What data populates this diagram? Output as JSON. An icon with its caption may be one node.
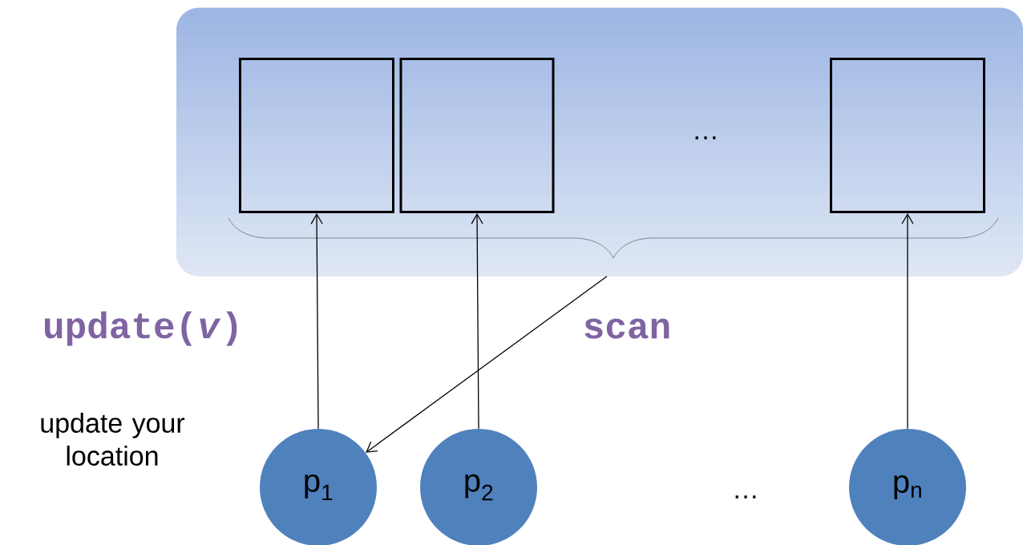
{
  "diagram": {
    "nodes": [
      {
        "text": [],
        "shape": "box"
      },
      {
        "text": [],
        "shape": "box",
        "in": 0
      },
      {
        "text": [],
        "shape": "box",
        "in": 0
      },
      {
        "text": [],
        "shape": "box",
        "in": 0
      },
      {
        "text": [
          "p$_{1}$"
        ]
      },
      {
        "text": [
          "p$_{2}$"
        ]
      },
      {
        "text": [
          "p$_{n}$"
        ]
      }
    ],
    "edges": [
      {
        "from": 4,
        "to": 1,
        "arrow": "to"
      },
      {
        "from": 5,
        "to": 2,
        "arrow": "to"
      },
      {
        "from": 6,
        "to": 3,
        "arrow": "to"
      },
      {
        "from": 0,
        "to": 4,
        "arrow": "to"
      }
    ],
    "labels": [
      "…",
      "update(*v*)",
      "scan",
      "update your location",
      "…"
    ]
  }
}
